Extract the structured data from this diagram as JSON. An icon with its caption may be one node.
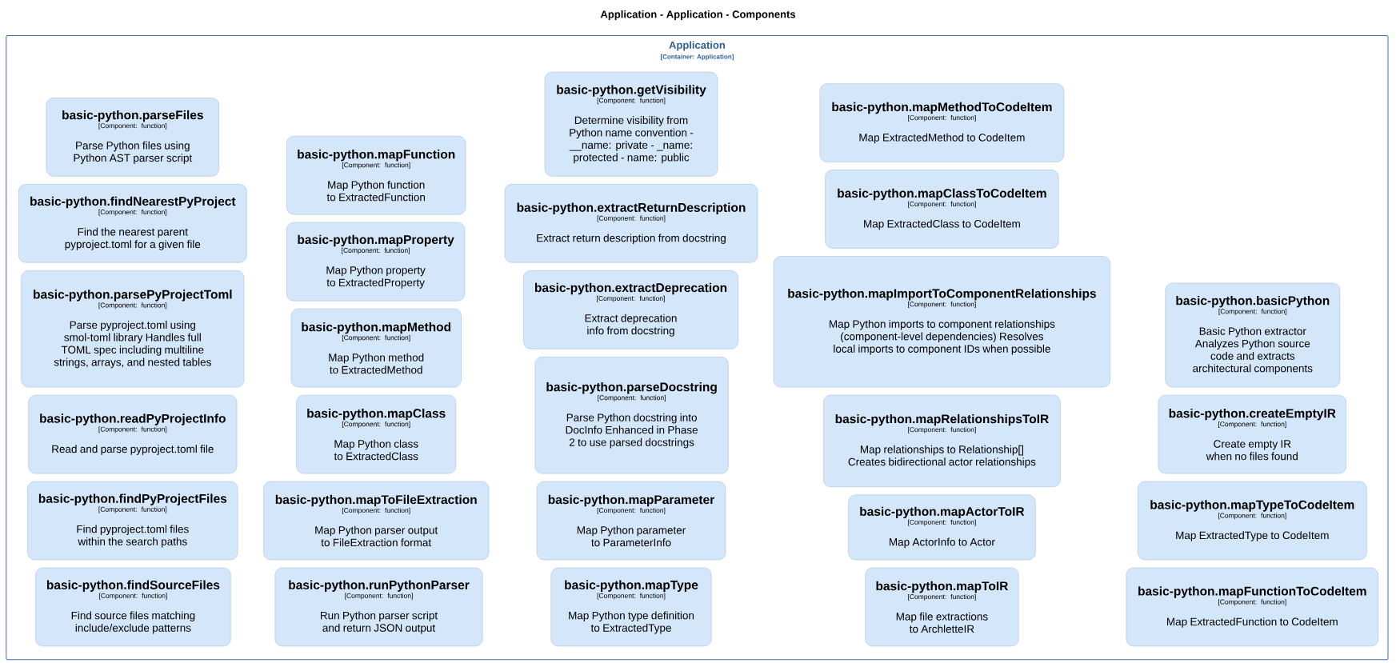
{
  "diagram": {
    "title": "Application - Application - Components",
    "nodes": [
      {
        "text": [
          "Application",
          "[Container: Application]"
        ]
      },
      {
        "text": [
          "basic-python.parseFiles",
          "[Component: function]",
          "Parse Python files using Python AST parser script"
        ],
        "in": 0
      },
      {
        "text": [
          "basic-python.findNearestPyProject",
          "[Component: function]",
          "Find the nearest parent pyproject.toml for a given file"
        ],
        "in": 0
      },
      {
        "text": [
          "basic-python.parsePyProjectToml",
          "[Component: function]",
          "Parse pyproject.toml using smol-toml library Handles full TOML spec including multiline strings, arrays, and nested tables"
        ],
        "in": 0
      },
      {
        "text": [
          "basic-python.readPyProjectInfo",
          "[Component: function]",
          "Read and parse pyproject.toml file"
        ],
        "in": 0
      },
      {
        "text": [
          "basic-python.findPyProjectFiles",
          "[Component: function]",
          "Find pyproject.toml files within the search paths"
        ],
        "in": 0
      },
      {
        "text": [
          "basic-python.findSourceFiles",
          "[Component: function]",
          "Find source files matching include/exclude patterns"
        ],
        "in": 0
      },
      {
        "text": [
          "basic-python.mapFunction",
          "[Component: function]",
          "Map Python function to ExtractedFunction"
        ],
        "in": 0
      },
      {
        "text": [
          "basic-python.mapProperty",
          "[Component: function]",
          "Map Python property to ExtractedProperty"
        ],
        "in": 0
      },
      {
        "text": [
          "basic-python.mapMethod",
          "[Component: function]",
          "Map Python method to ExtractedMethod"
        ],
        "in": 0
      },
      {
        "text": [
          "basic-python.mapClass",
          "[Component: function]",
          "Map Python class to ExtractedClass"
        ],
        "in": 0
      },
      {
        "text": [
          "basic-python.mapToFileExtraction",
          "[Component: function]",
          "Map Python parser output to FileExtraction format"
        ],
        "in": 0
      },
      {
        "text": [
          "basic-python.runPythonParser",
          "[Component: function]",
          "Run Python parser script and return JSON output"
        ],
        "in": 0
      },
      {
        "text": [
          "basic-python.getVisibility",
          "[Component: function]",
          "Determine visibility from Python name convention - __name: private - _name: protected - name: public"
        ],
        "in": 0
      },
      {
        "text": [
          "basic-python.extractReturnDescription",
          "[Component: function]",
          "Extract return description from docstring"
        ],
        "in": 0
      },
      {
        "text": [
          "basic-python.extractDeprecation",
          "[Component: function]",
          "Extract deprecation info from docstring"
        ],
        "in": 0
      },
      {
        "text": [
          "basic-python.parseDocstring",
          "[Component: function]",
          "Parse Python docstring into DocInfo Enhanced in Phase 2 to use parsed docstrings"
        ],
        "in": 0
      },
      {
        "text": [
          "basic-python.mapParameter",
          "[Component: function]",
          "Map Python parameter to ParameterInfo"
        ],
        "in": 0
      },
      {
        "text": [
          "basic-python.mapType",
          "[Component: function]",
          "Map Python type definition to ExtractedType"
        ],
        "in": 0
      },
      {
        "text": [
          "basic-python.mapMethodToCodeItem",
          "[Component: function]",
          "Map ExtractedMethod to CodeItem"
        ],
        "in": 0
      },
      {
        "text": [
          "basic-python.mapClassToCodeItem",
          "[Component: function]",
          "Map ExtractedClass to CodeItem"
        ],
        "in": 0
      },
      {
        "text": [
          "basic-python.mapImportToComponentRelationships",
          "[Component: function]",
          "Map Python imports to component relationships (component-level dependencies) Resolves local imports to component IDs when possible"
        ],
        "in": 0
      },
      {
        "text": [
          "basic-python.mapRelationshipsToIR",
          "[Component: function]",
          "Map relationships to Relationship[] Creates bidirectional actor relationships"
        ],
        "in": 0
      },
      {
        "text": [
          "basic-python.mapActorToIR",
          "[Component: function]",
          "Map ActorInfo to Actor"
        ],
        "in": 0
      },
      {
        "text": [
          "basic-python.mapToIR",
          "[Component: function]",
          "Map file extractions to ArchletteIR"
        ],
        "in": 0
      },
      {
        "text": [
          "basic-python.basicPython",
          "[Component: function]",
          "Basic Python extractor Analyzes Python source code and extracts architectural components"
        ],
        "in": 0
      },
      {
        "text": [
          "basic-python.createEmptyIR",
          "[Component: function]",
          "Create empty IR when no files found"
        ],
        "in": 0
      },
      {
        "text": [
          "basic-python.mapTypeToCodeItem",
          "[Component: function]",
          "Map ExtractedType to CodeItem"
        ],
        "in": 0
      },
      {
        "text": [
          "basic-python.mapFunctionToCodeItem",
          "[Component: function]",
          "Map ExtractedFunction to CodeItem"
        ],
        "in": 0
      }
    ]
  }
}
